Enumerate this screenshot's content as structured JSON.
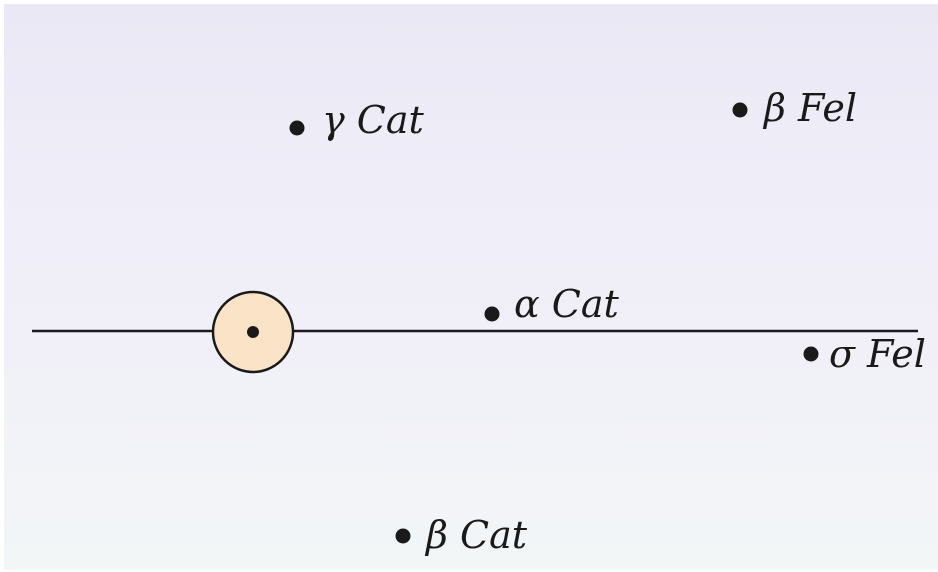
{
  "colors": {
    "ink": "#1a1a1a",
    "sun_fill": "#fbe3c8"
  },
  "axis": {
    "icon": "horizontal-line"
  },
  "sun": {
    "icon": "circled-dot-sun-icon"
  },
  "stars": [
    {
      "id": "gamma-cat",
      "label": "γ Cat"
    },
    {
      "id": "beta-fel",
      "label": "β Fel"
    },
    {
      "id": "alpha-cat",
      "label": "α Cat"
    },
    {
      "id": "sigma-fel",
      "label": "σ Fel"
    },
    {
      "id": "beta-cat",
      "label": "β Cat"
    }
  ]
}
